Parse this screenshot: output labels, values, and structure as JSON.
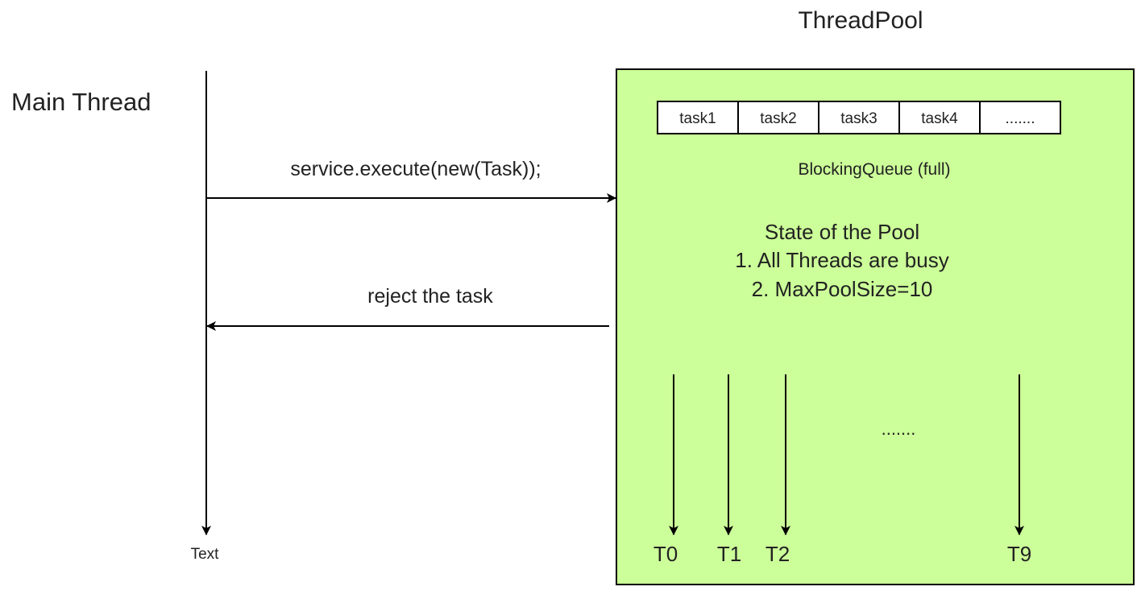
{
  "diagram": {
    "title": "ThreadPool",
    "main_thread_label": "Main Thread",
    "lifeline_end_label": "Text",
    "execute_call": "service.execute(new(Task));",
    "reject_label": "reject the task",
    "queue": {
      "cells": [
        "task1",
        "task2",
        "task3",
        "task4",
        "......."
      ],
      "label": "BlockingQueue (full)"
    },
    "pool_state": {
      "heading": "State of the Pool",
      "line1": "1. All Threads are busy",
      "line2": "2. MaxPoolSize=10"
    },
    "threads": [
      "T0",
      "T1",
      "T2",
      "T9"
    ],
    "threads_ellipsis": ".......",
    "colors": {
      "pool_fill": "#ccff99",
      "line": "#000000",
      "text": "#222222"
    }
  }
}
